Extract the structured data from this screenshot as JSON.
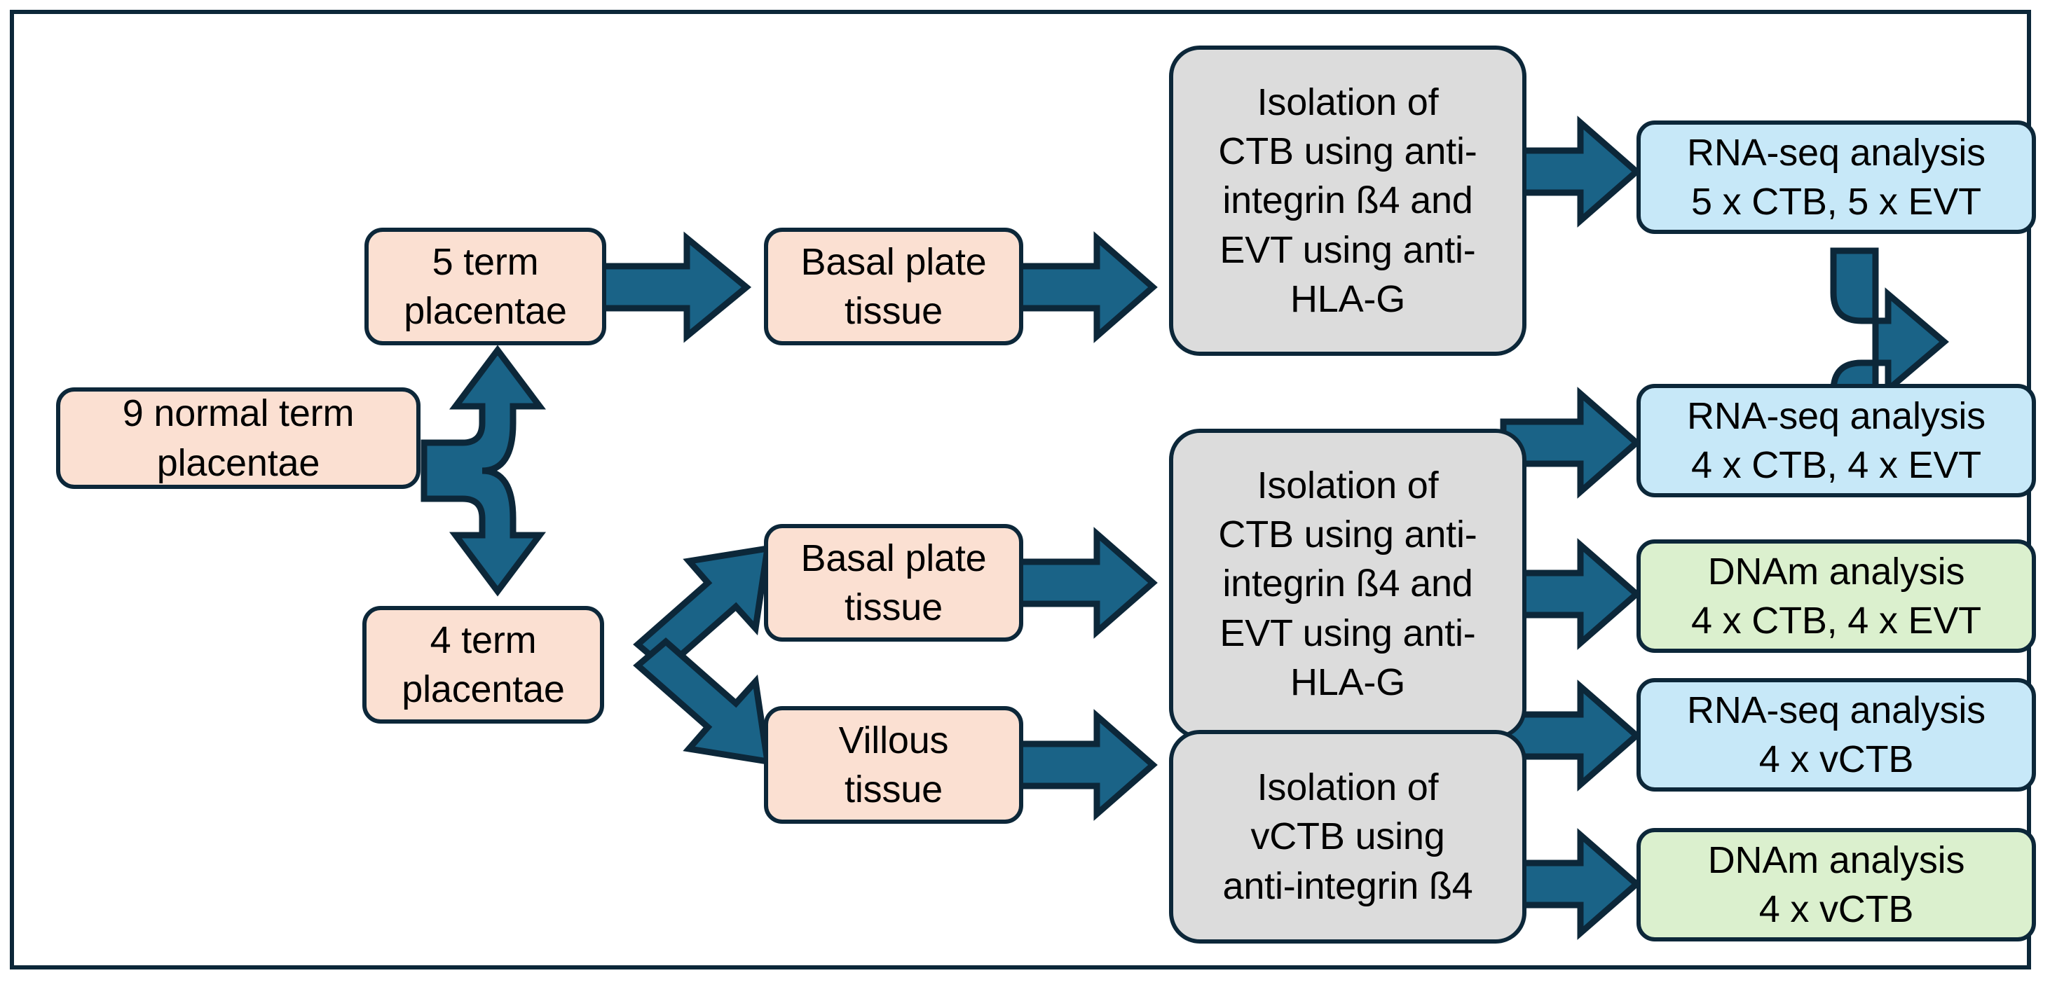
{
  "diagram": {
    "title": "Placenta trophoblast isolation and analysis workflow",
    "colors": {
      "source_fill": "#FBE0D2",
      "process_fill": "#DCDCDC",
      "rnaseq_fill": "#C7E8F8",
      "dnam_fill": "#DBF0CE",
      "arrow_fill": "#1A6387",
      "outline": "#0C2739"
    },
    "nodes": {
      "cohort": "9 normal  term\nplacentae",
      "group_5": "5 term\nplacentae",
      "group_4": "4 term\nplacentae",
      "basal_plate_top": "Basal plate\ntissue",
      "basal_plate_mid": "Basal plate\ntissue",
      "villous": "Villous\ntissue",
      "isolation_top": "Isolation of\nCTB using anti-\nintegrin ß4 and\nEVT using anti-\nHLA-G",
      "isolation_mid": "Isolation of\nCTB using anti-\nintegrin ß4 and\nEVT using anti-\nHLA-G",
      "isolation_vctb": "Isolation of\nvCTB using\nanti-integrin ß4",
      "rnaseq_5": "RNA-seq analysis\n5 x CTB, 5 x EVT",
      "rnaseq_4": "RNA-seq analysis\n4 x CTB, 4 x EVT",
      "dnam_4": "DNAm analysis\n4 x CTB, 4 x EVT",
      "rnaseq_vctb": "RNA-seq analysis\n4 x vCTB",
      "dnam_vctb": "DNAm analysis\n4 x vCTB"
    },
    "arrows": [
      {
        "name": "cohort-split-arrow",
        "kind": "split-up-down"
      },
      {
        "name": "group5-to-basal-plate-arrow",
        "kind": "right"
      },
      {
        "name": "basal-plate-top-to-isolation-arrow",
        "kind": "right"
      },
      {
        "name": "isolation-top-to-rnaseq5-arrow",
        "kind": "right"
      },
      {
        "name": "rnaseq5-to-rnaseq4-elbow-arrow",
        "kind": "elbow-down-right"
      },
      {
        "name": "group4-to-basal-plate-arrow",
        "kind": "diagonal-up-right"
      },
      {
        "name": "group4-to-villous-arrow",
        "kind": "diagonal-down-right"
      },
      {
        "name": "basal-plate-mid-to-isolation-arrow",
        "kind": "right"
      },
      {
        "name": "villous-to-isolation-vctb-arrow",
        "kind": "right"
      },
      {
        "name": "isolation-mid-to-rnaseq4-arrow",
        "kind": "right"
      },
      {
        "name": "isolation-mid-to-dnam4-arrow",
        "kind": "right"
      },
      {
        "name": "isolation-vctb-to-rnaseq-vctb-arrow",
        "kind": "right"
      },
      {
        "name": "isolation-vctb-to-dnam-vctb-arrow",
        "kind": "right"
      }
    ]
  }
}
